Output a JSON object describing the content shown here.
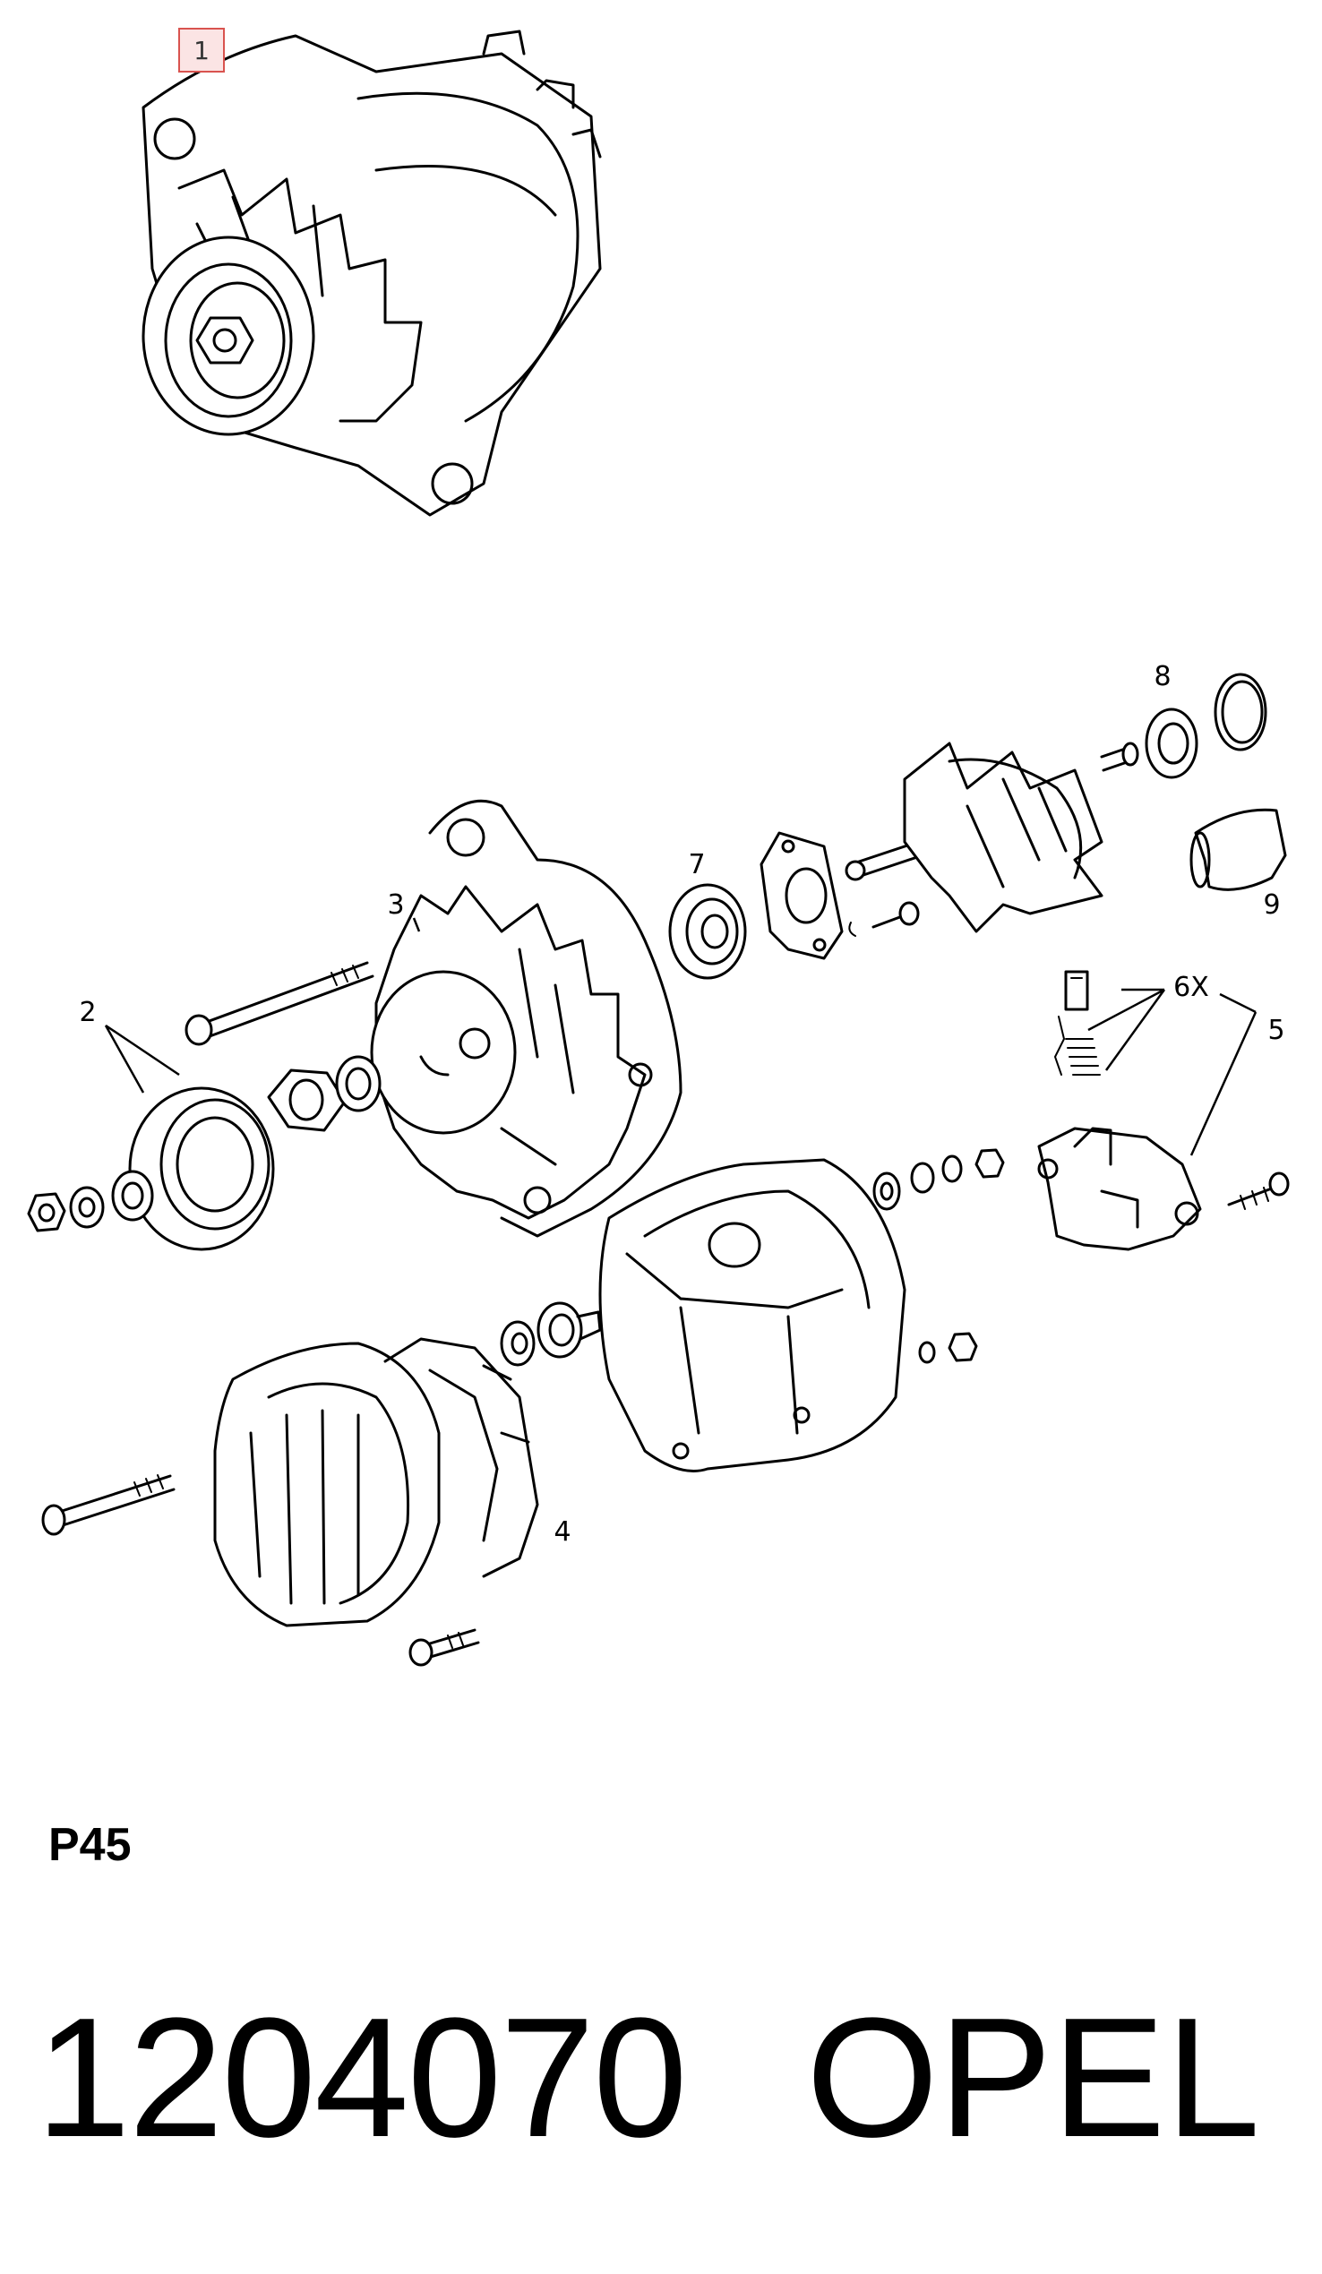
{
  "callouts": {
    "c1": "1",
    "c2": "2",
    "c3": "3",
    "c4": "4",
    "c5": "5",
    "c6": "6X",
    "c7": "7",
    "c8": "8",
    "c9": "9"
  },
  "footer": {
    "page_code": "P45",
    "part_number": "1204070",
    "brand": "OPEL"
  },
  "colors": {
    "line": "#000000",
    "highlight_fill": "#fbe4e4",
    "highlight_stroke": "#d9534f"
  }
}
